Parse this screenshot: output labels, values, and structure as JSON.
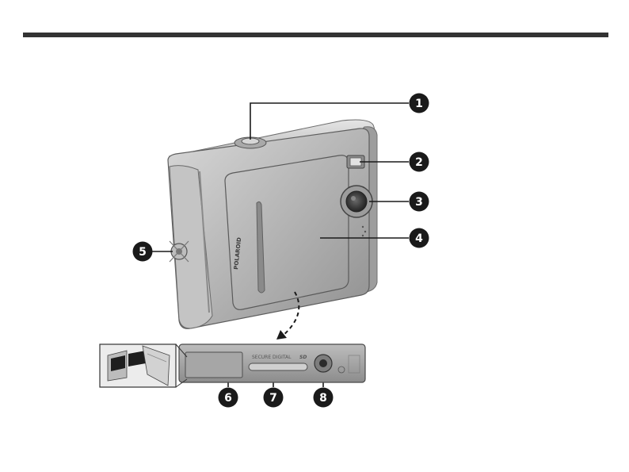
{
  "brand_vertical": "POLAROID",
  "card_label": "SECURE DIGITAL",
  "card_logo": "SD",
  "callouts": [
    {
      "num": "1",
      "target": "shutter-button"
    },
    {
      "num": "2",
      "target": "flash"
    },
    {
      "num": "3",
      "target": "lens"
    },
    {
      "num": "4",
      "target": "lens-cover"
    },
    {
      "num": "5",
      "target": "strap-eyelet"
    },
    {
      "num": "6",
      "target": "battery-door"
    },
    {
      "num": "7",
      "target": "sd-card-slot"
    },
    {
      "num": "8",
      "target": "tripod-socket"
    }
  ],
  "colors": {
    "rule": "#333333",
    "callout_fill": "#1a1a1a",
    "line": "#1a1a1a",
    "camera_body": "#b9b9b9"
  }
}
